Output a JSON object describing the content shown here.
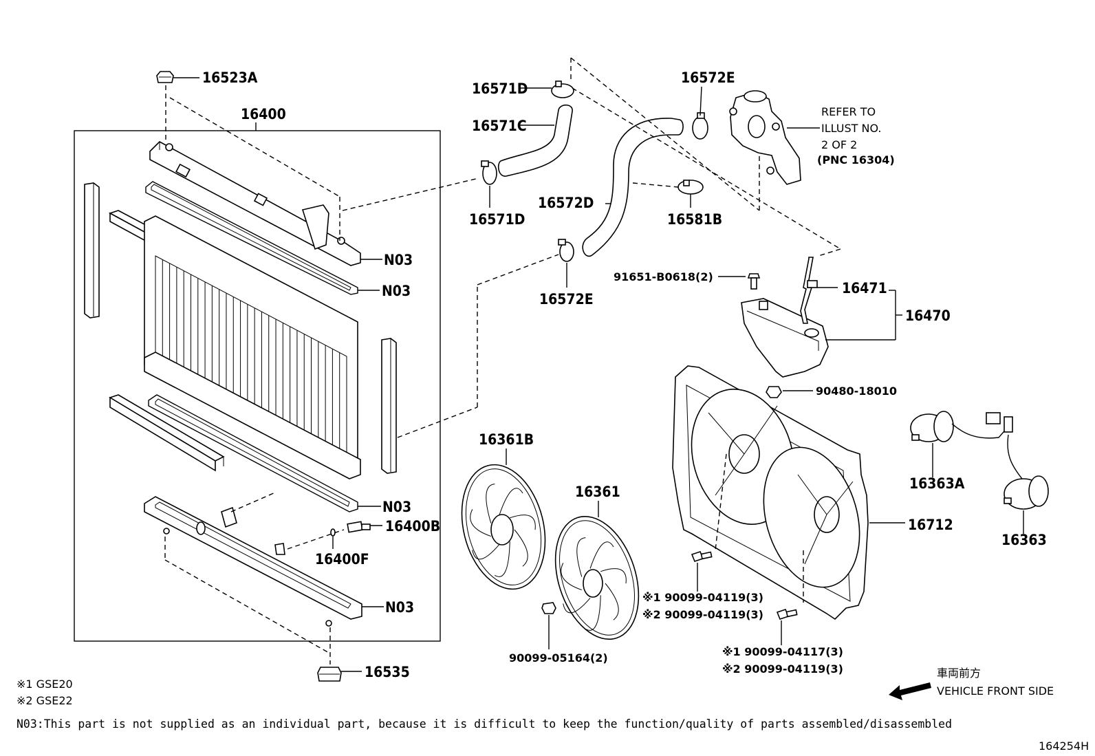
{
  "diagram_code": "164254H",
  "parts": {
    "p16523A": "16523A",
    "p16400": "16400",
    "n03_1": "N03",
    "n03_2": "N03",
    "n03_3": "N03",
    "n03_4": "N03",
    "p16400B": "16400B",
    "p16400F": "16400F",
    "p16535": "16535",
    "p16571D_top": "16571D",
    "p16571C": "16571C",
    "p16571D_bot": "16571D",
    "p16572E_top": "16572E",
    "p16572D": "16572D",
    "p16581B": "16581B",
    "p16572E_bot": "16572E",
    "p91651": "91651-B0618(2)",
    "p16471": "16471",
    "p16470": "16470",
    "p90480": "90480-18010",
    "p16361B": "16361B",
    "p16361": "16361",
    "p16712": "16712",
    "p16363A": "16363A",
    "p16363": "16363",
    "p90099_05164": "90099-05164(2)",
    "bolt1_a": "※1 90099-04119(3)",
    "bolt1_b": "※2 90099-04119(3)",
    "bolt2_a": "※1 90099-04117(3)",
    "bolt2_b": "※2 90099-04119(3)"
  },
  "refer": {
    "line1": "REFER TO",
    "line2": "ILLUST NO.",
    "line3": "2 OF 2",
    "line4": "(PNC 16304)"
  },
  "legend": {
    "l1": "※1 GSE20",
    "l2": "※2 GSE22"
  },
  "direction": {
    "jp": "車両前方",
    "en": "VEHICLE FRONT SIDE"
  },
  "note": "N03:This part is not supplied as an individual part, because it is difficult to keep the function/quality of parts assembled/disassembled"
}
